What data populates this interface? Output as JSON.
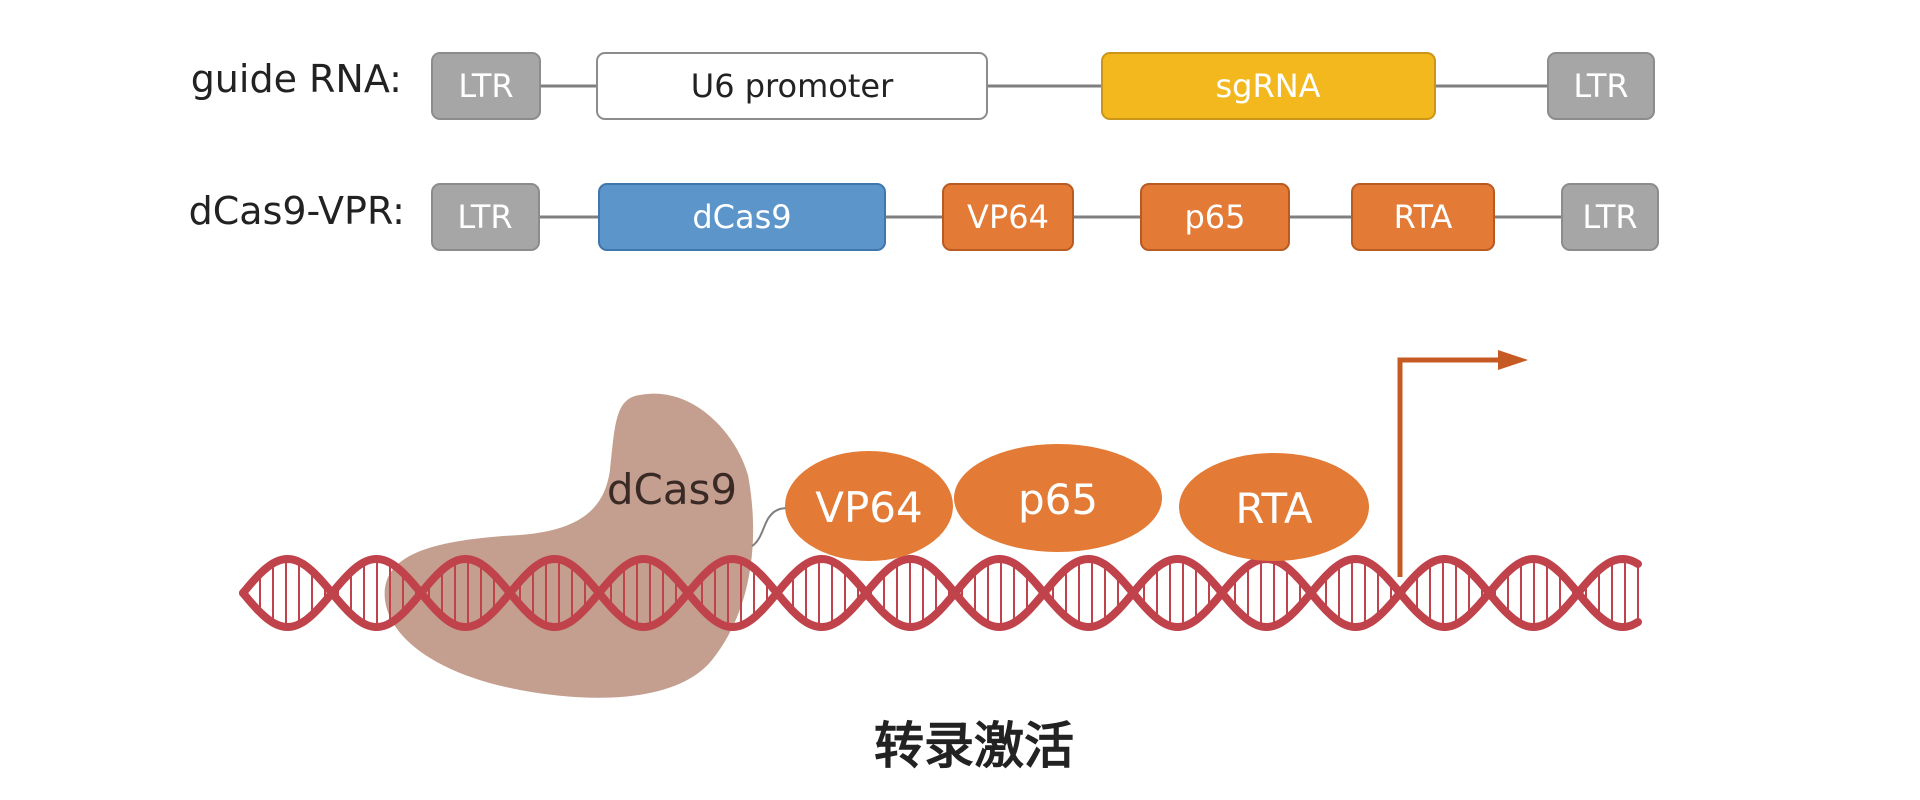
{
  "constructs": {
    "guide": {
      "label": "guide RNA:",
      "ltr_left": "LTR",
      "promoter": "U6 promoter",
      "sgrna": "sgRNA",
      "ltr_right": "LTR"
    },
    "dcas9_vpr": {
      "label": "dCas9-VPR:",
      "ltr_left": "LTR",
      "dcas9": "dCas9",
      "vp64": "VP64",
      "p65": "p65",
      "rta": "RTA",
      "ltr_right": "LTR"
    }
  },
  "complex": {
    "dcas9": "dCas9",
    "vp64": "VP64",
    "p65": "p65",
    "rta": "RTA"
  },
  "caption": "转录激活",
  "colors": {
    "ltr": "#a6a6a6",
    "promoter": "#ffffff",
    "sgrna": "#f2b81d",
    "dcas9_box": "#5b95c9",
    "activator": "#e37a35",
    "dcas9_blob": "#c49e8e",
    "dna": "#c0424b",
    "arrow": "#c65a23"
  }
}
